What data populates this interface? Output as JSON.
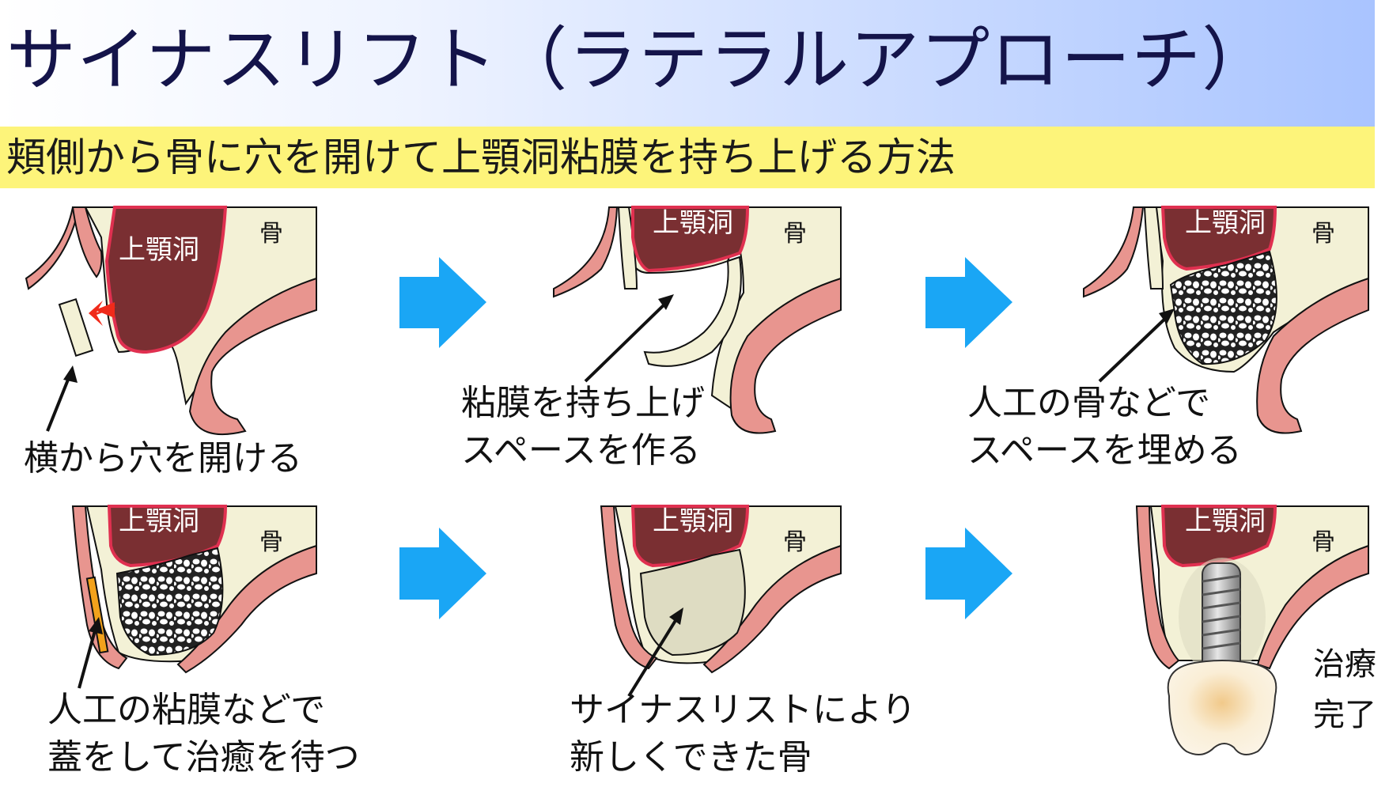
{
  "title": "サイナスリフト（ラテラルアプローチ）",
  "subtitle": "頬側から骨に穴を開けて上顎洞粘膜を持ち上げる方法",
  "labels": {
    "sinus": "上顎洞",
    "bone": "骨"
  },
  "steps": [
    {
      "caption": [
        "横から穴を開ける"
      ]
    },
    {
      "caption": [
        "粘膜を持ち上げ",
        "スペースを作る"
      ]
    },
    {
      "caption": [
        "人工の骨などで",
        "スペースを埋める"
      ]
    },
    {
      "caption": [
        "人工の粘膜などで",
        "蓋をして治癒を待つ"
      ]
    },
    {
      "caption": [
        "サイナスリストにより",
        "新しくできた骨"
      ]
    },
    {
      "caption": [
        "治療",
        "完了"
      ]
    }
  ],
  "colors": {
    "sinus": "#7a2f32",
    "membrane": "#e8958f",
    "bone": "#f3f1d6",
    "new_bone": "#dedcc2",
    "arrow": "#1aa6f5",
    "pointer_red": "#f02a1a",
    "cover": "#f2a21c"
  }
}
